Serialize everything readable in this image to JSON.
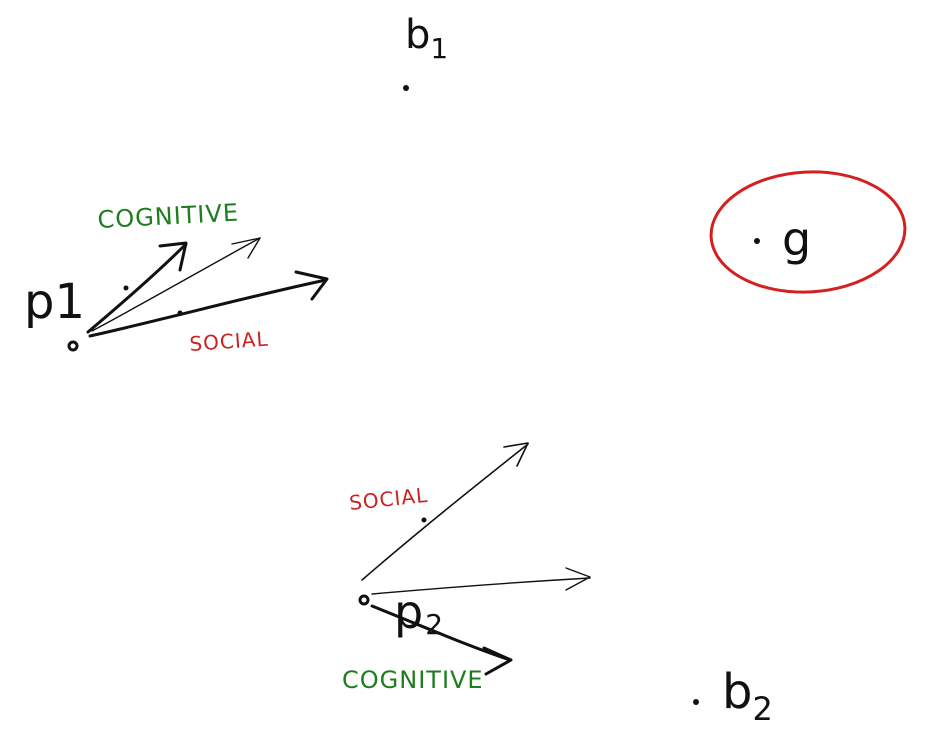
{
  "colors": {
    "ink": "#111111",
    "cognitive": "#1e7d1e",
    "social": "#cc2222",
    "highlight_ring": "#d42020"
  },
  "labels": {
    "b1": {
      "base": "b",
      "sub": "1"
    },
    "b2": {
      "base": "b",
      "sub": "2"
    },
    "g": "g",
    "p1": "p1",
    "p2": {
      "base": "p",
      "sub": "2"
    }
  },
  "particle_1": {
    "cognitive_label": "COGNITIVE",
    "social_label": "SOCIAL"
  },
  "particle_2": {
    "social_label": "SOCIAL",
    "cognitive_label": "COGNITIVE"
  }
}
